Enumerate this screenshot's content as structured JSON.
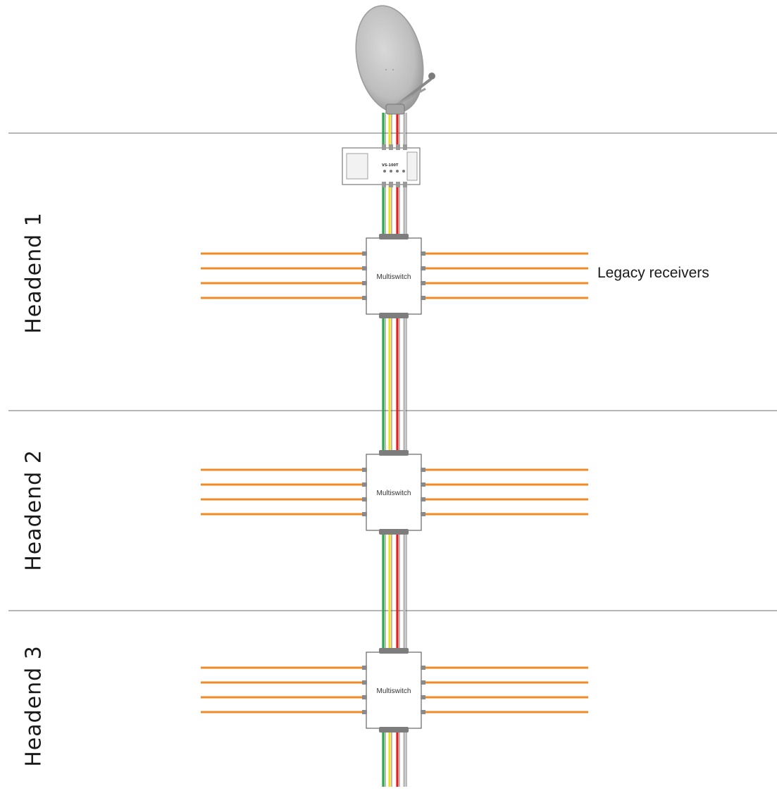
{
  "sections": [
    {
      "label": "Headend 1"
    },
    {
      "label": "Headend  2"
    },
    {
      "label": "Headend 3"
    }
  ],
  "legacy_label": "Legacy receivers",
  "multiswitch_label": "Multiswitch",
  "lnb_label": "VS-100T",
  "cable_colors": {
    "green": "#2ba84a",
    "yellow": "#f2e21b",
    "red": "#e02020",
    "gray": "#b8b8b8",
    "receiver": "#f08a24"
  },
  "icons": [
    "satellite-dish-icon",
    "lnb-unit-icon",
    "multiswitch-icon"
  ]
}
